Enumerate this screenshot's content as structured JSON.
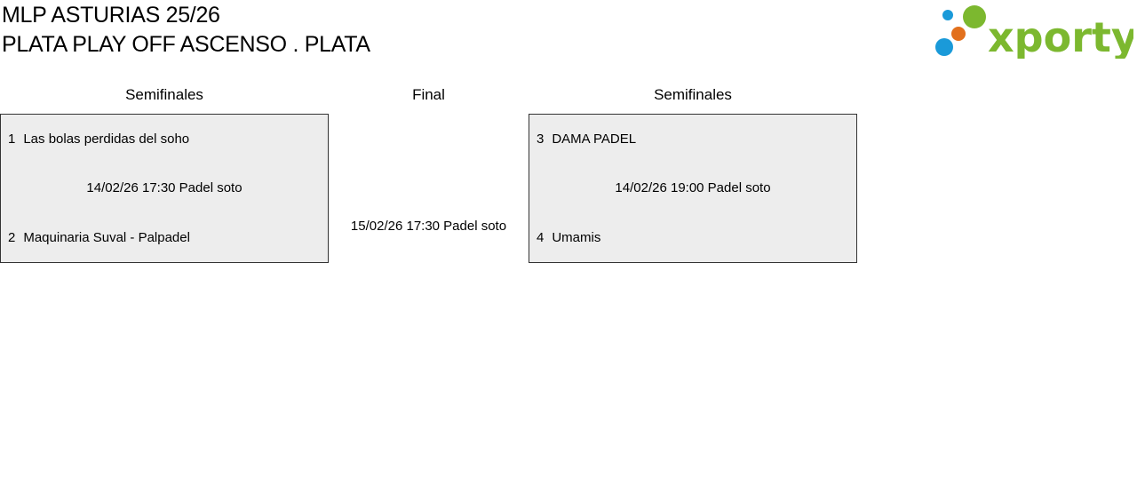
{
  "header": {
    "title_line1": "MLP ASTURIAS 25/26",
    "title_line2": "PLATA PLAY OFF ASCENSO . PLATA"
  },
  "logo": {
    "text": "xporty",
    "colors": {
      "green": "#7cb82f",
      "orange": "#e2701d",
      "blue": "#1a9ad9"
    }
  },
  "bracket": {
    "left_header": "Semifinales",
    "center_header": "Final",
    "right_header": "Semifinales",
    "semifinal_left": {
      "team1_seed": "1",
      "team1_name": "Las bolas perdidas del soho",
      "info": "14/02/26 17:30 Padel soto",
      "team2_seed": "2",
      "team2_name": "Maquinaria Suval - Palpadel"
    },
    "final": {
      "info": "15/02/26 17:30 Padel soto"
    },
    "semifinal_right": {
      "team1_seed": "3",
      "team1_name": "DAMA PADEL",
      "info": "14/02/26 19:00 Padel soto",
      "team2_seed": "4",
      "team2_name": "Umamis"
    }
  }
}
